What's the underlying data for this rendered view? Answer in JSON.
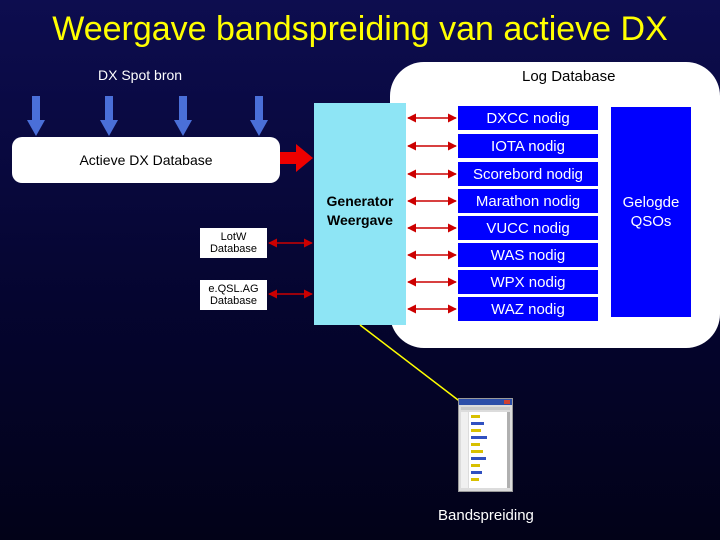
{
  "title": "Weergave bandspreiding van actieve DX",
  "dx_spot_source": {
    "label": "DX Spot bron"
  },
  "log_database": {
    "label": "Log Database",
    "items": [
      "DXCC nodig",
      "IOTA nodig",
      "Scorebord nodig",
      "Marathon nodig",
      "VUCC nodig",
      "WAS nodig",
      "WPX nodig",
      "WAZ nodig"
    ],
    "logged": "Gelogde\nQSOs"
  },
  "actieve_dx_database": {
    "label": "Actieve DX Database"
  },
  "generator": {
    "label": "Generator\nWeergave"
  },
  "lotw_database": {
    "label": "LotW\nDatabase"
  },
  "eqsl_database": {
    "label": "e.QSL.AG\nDatabase"
  },
  "output": {
    "label": "Bandspreiding"
  },
  "colors": {
    "background": "#0a0a40",
    "title": "#ffff00",
    "generator": "#8ee5f5",
    "requirement_box": "#0000ff",
    "connector": "#cc0000",
    "spot_arrow": "#4a6fd8",
    "output_line": "#ffff00"
  }
}
